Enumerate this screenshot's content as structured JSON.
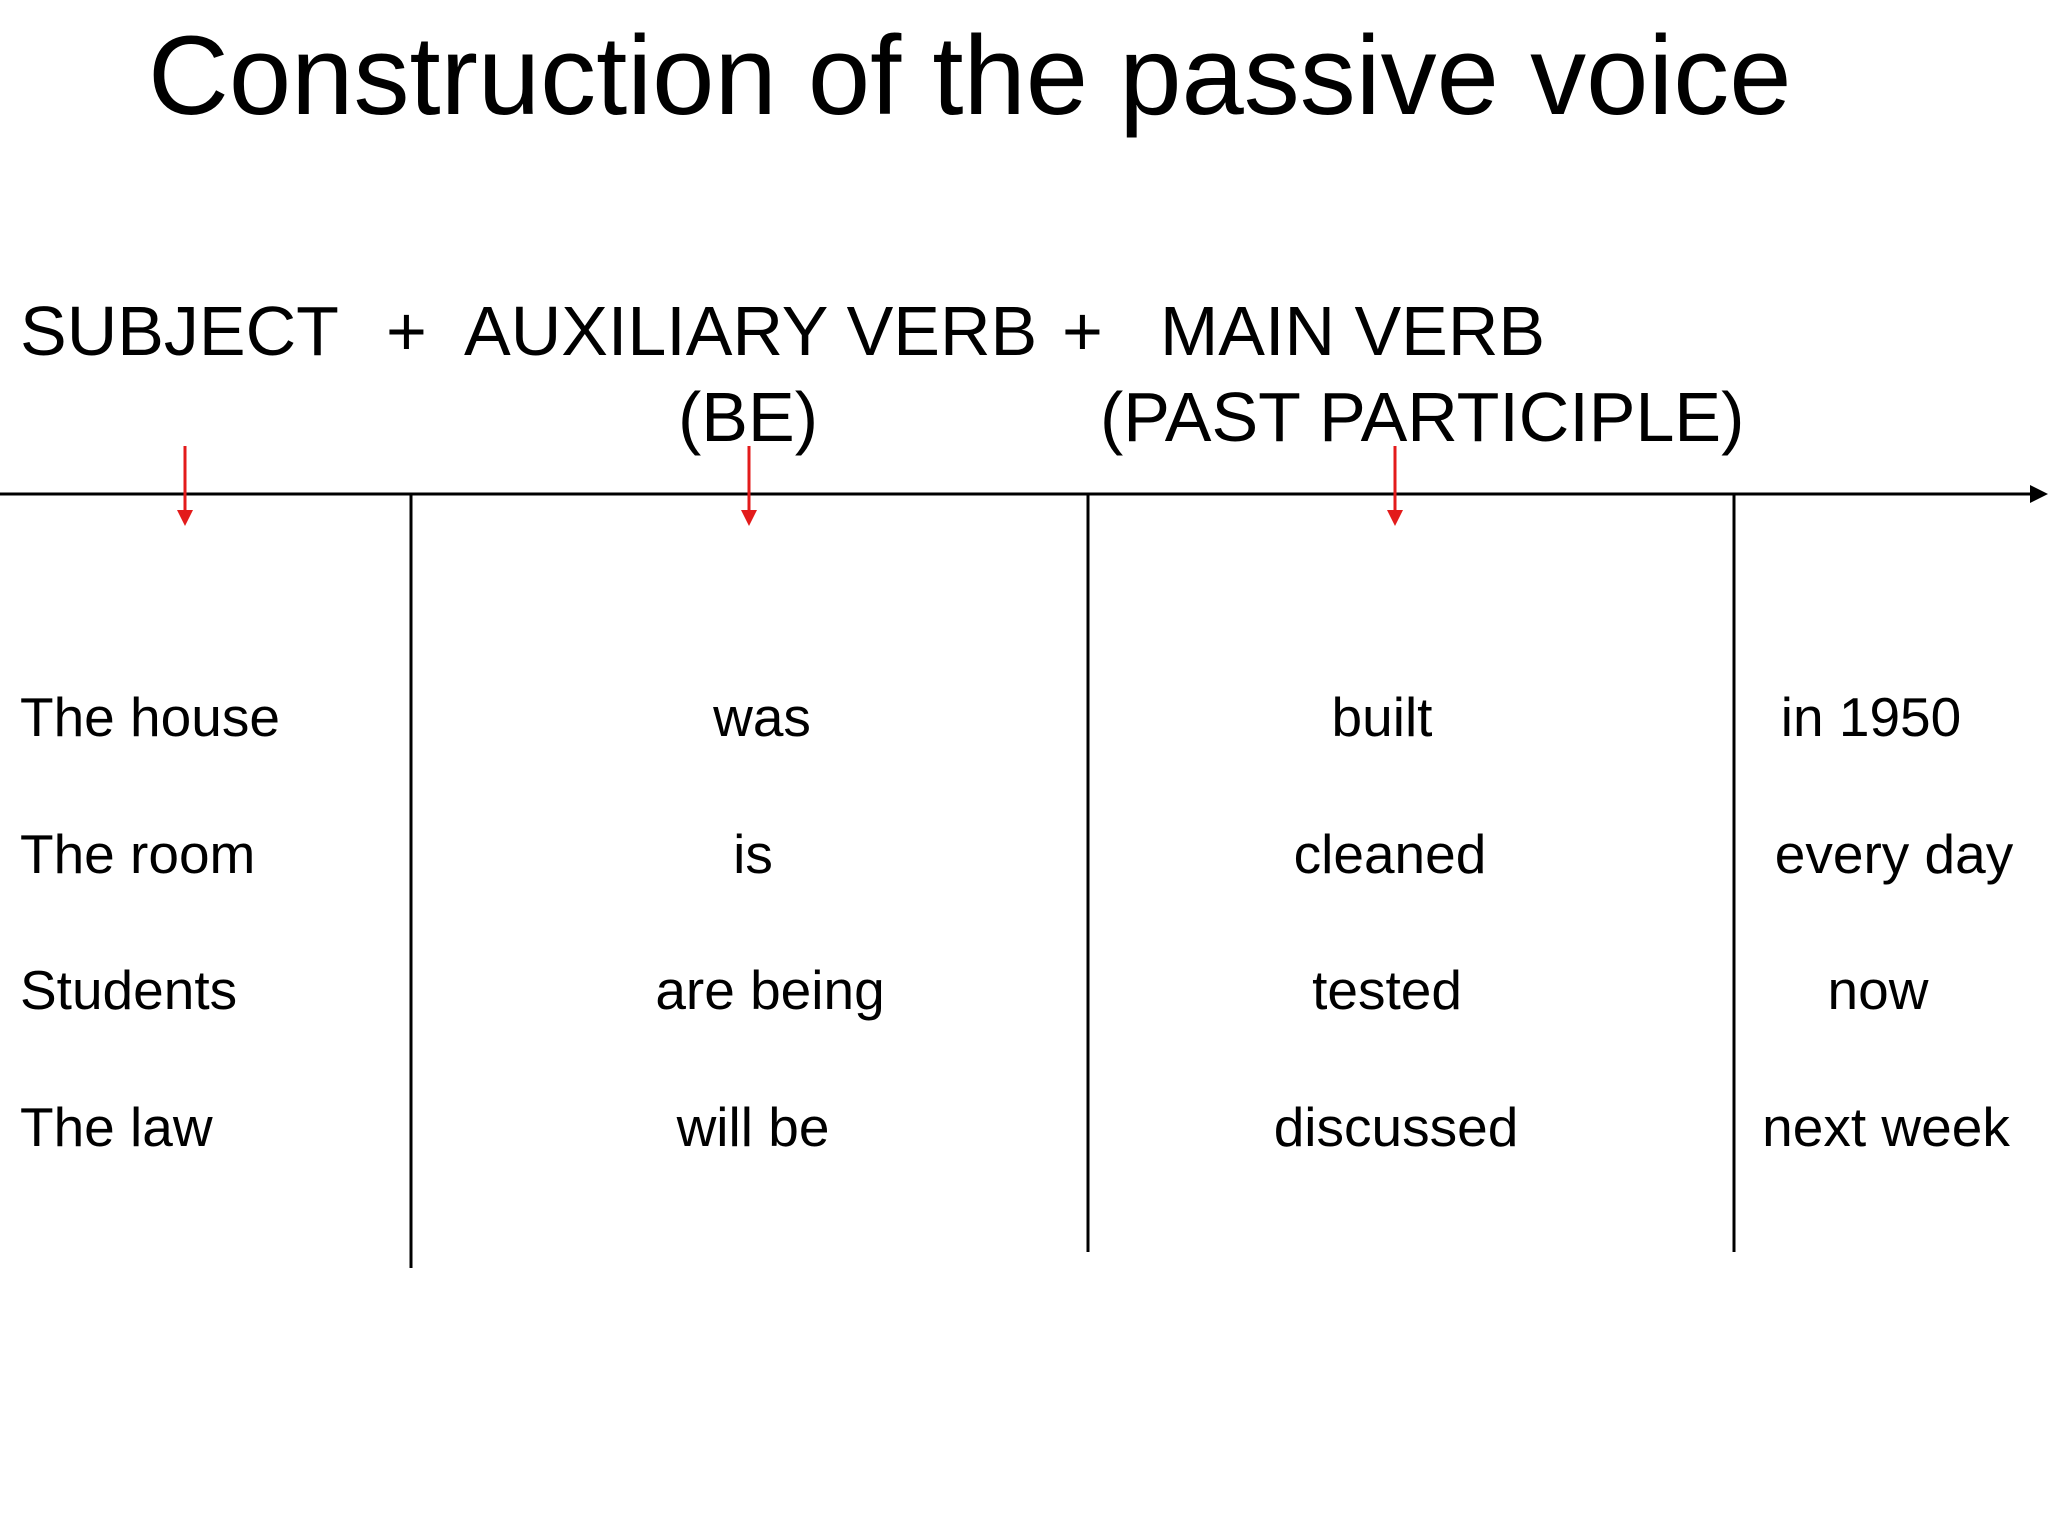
{
  "title": "Construction of the passive voice",
  "formula": {
    "subject": "SUBJECT",
    "plus1": "+",
    "auxiliary": "AUXILIARY VERB",
    "plus2": "+",
    "main": "MAIN VERB",
    "auxiliary_sub": "(BE)",
    "main_sub": "(PAST PARTICIPLE)"
  },
  "colors": {
    "arrow": "#e31b1b",
    "line": "#000000"
  },
  "rows": [
    {
      "subject": "The house",
      "auxiliary": "was",
      "main_verb": "built",
      "time": "in 1950"
    },
    {
      "subject": "The room",
      "auxiliary": "is",
      "main_verb": "cleaned",
      "time": "every day"
    },
    {
      "subject": "Students",
      "auxiliary": "are being",
      "main_verb": "tested",
      "time": "now"
    },
    {
      "subject": "The law",
      "auxiliary": "will be",
      "main_verb": "discussed",
      "time": "next week"
    }
  ]
}
